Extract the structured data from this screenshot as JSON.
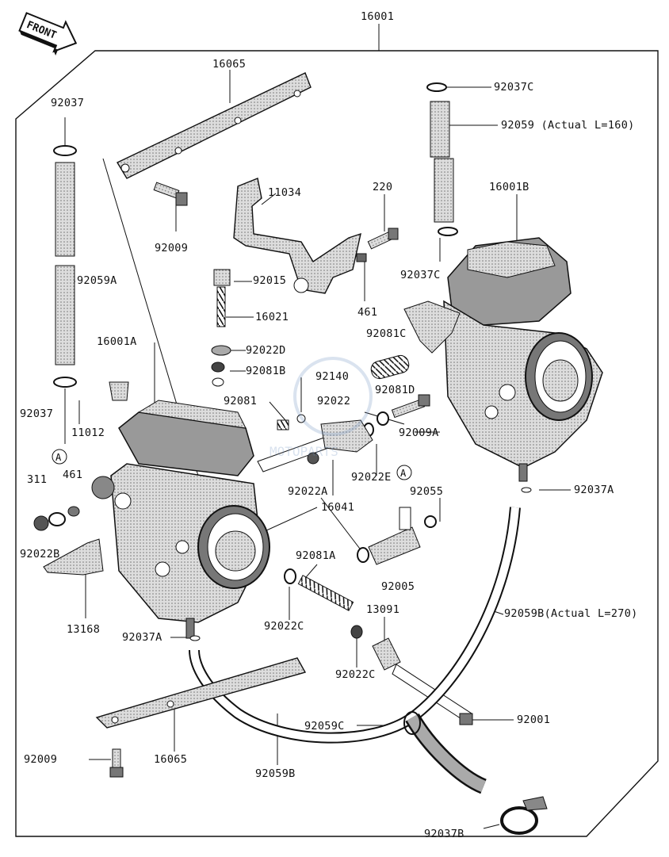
{
  "diagram": {
    "front_arrow": "FRONT",
    "ref_marker": "A",
    "watermark": "MOTOPARTS",
    "labels": [
      {
        "id": "l-16001",
        "text": "16001"
      },
      {
        "id": "l-16065-top",
        "text": "16065"
      },
      {
        "id": "l-92037c-top",
        "text": "92037C"
      },
      {
        "id": "l-92037-top",
        "text": "92037"
      },
      {
        "id": "l-92059",
        "text": "92059 (Actual  L=160)"
      },
      {
        "id": "l-11034",
        "text": "11034"
      },
      {
        "id": "l-220",
        "text": "220"
      },
      {
        "id": "l-16001b",
        "text": "16001B"
      },
      {
        "id": "l-92009-top",
        "text": "92009"
      },
      {
        "id": "l-92037c-mid",
        "text": "92037C"
      },
      {
        "id": "l-92015",
        "text": "92015"
      },
      {
        "id": "l-92059a",
        "text": "92059A"
      },
      {
        "id": "l-461-top",
        "text": "461"
      },
      {
        "id": "l-16021",
        "text": "16021"
      },
      {
        "id": "l-16001a",
        "text": "16001A"
      },
      {
        "id": "l-92081c",
        "text": "92081C"
      },
      {
        "id": "l-92022d",
        "text": "92022D"
      },
      {
        "id": "l-92081b",
        "text": "92081B"
      },
      {
        "id": "l-92140",
        "text": "92140"
      },
      {
        "id": "l-92081d",
        "text": "92081D"
      },
      {
        "id": "l-92037-left",
        "text": "92037"
      },
      {
        "id": "l-92081",
        "text": "92081"
      },
      {
        "id": "l-92022",
        "text": "92022"
      },
      {
        "id": "l-11012",
        "text": "11012"
      },
      {
        "id": "l-92009a",
        "text": "92009A"
      },
      {
        "id": "l-92022a",
        "text": "92022A"
      },
      {
        "id": "l-92022e",
        "text": "92022E"
      },
      {
        "id": "l-311",
        "text": "311"
      },
      {
        "id": "l-461-left",
        "text": "461"
      },
      {
        "id": "l-92037a-right",
        "text": "92037A"
      },
      {
        "id": "l-16041",
        "text": "16041"
      },
      {
        "id": "l-92055",
        "text": "92055"
      },
      {
        "id": "l-92022b",
        "text": "92022B"
      },
      {
        "id": "l-92081a",
        "text": "92081A"
      },
      {
        "id": "l-92005",
        "text": "92005"
      },
      {
        "id": "l-13168",
        "text": "13168"
      },
      {
        "id": "l-92022c-1",
        "text": "92022C"
      },
      {
        "id": "l-13091",
        "text": "13091"
      },
      {
        "id": "l-92059b-right",
        "text": "92059B(Actual  L=270)"
      },
      {
        "id": "l-92037a-left",
        "text": "92037A"
      },
      {
        "id": "l-92022c-2",
        "text": "92022C"
      },
      {
        "id": "l-92001",
        "text": "92001"
      },
      {
        "id": "l-92059c",
        "text": "92059C"
      },
      {
        "id": "l-92009-bottom",
        "text": "92009"
      },
      {
        "id": "l-16065-bottom",
        "text": "16065"
      },
      {
        "id": "l-92059b-bottom",
        "text": "92059B"
      },
      {
        "id": "l-92037b",
        "text": "92037B"
      }
    ]
  }
}
